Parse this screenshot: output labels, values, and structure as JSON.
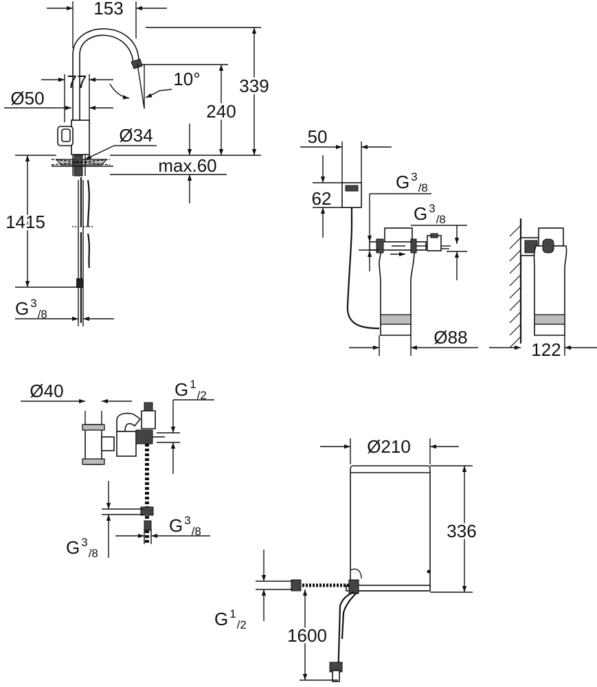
{
  "dimensions": {
    "tap_reach": "153",
    "tap_height": "339",
    "spout_offset": "77",
    "spout_angle": "10°",
    "spout_clearance": "240",
    "tap_diameter": "Ø50",
    "tap_base_diameter": "Ø34",
    "max_deck": "max.60",
    "hose_length": "1415",
    "filter_head_width": "50",
    "filter_head_height": "62",
    "filter_diameter": "Ø88",
    "filter_depth": "122",
    "valve_diameter": "Ø40",
    "boiler_diameter": "Ø210",
    "boiler_height": "336",
    "boiler_hose_length": "1600"
  },
  "threads": {
    "tap_inlet": {
      "base": "G",
      "sup": "3",
      "sub": "/8"
    },
    "filter_inlet": {
      "base": "G",
      "sup": "3",
      "sub": "/8"
    },
    "filter_outlet": {
      "base": "G",
      "sup": "3",
      "sub": "/8"
    },
    "valve_top": {
      "base": "G",
      "sup": "1",
      "sub": "/2"
    },
    "valve_left": {
      "base": "G",
      "sup": "3",
      "sub": "/8"
    },
    "valve_right": {
      "base": "G",
      "sup": "3",
      "sub": "/8"
    },
    "boiler_inlet": {
      "base": "G",
      "sup": "1",
      "sub": "/2"
    }
  }
}
